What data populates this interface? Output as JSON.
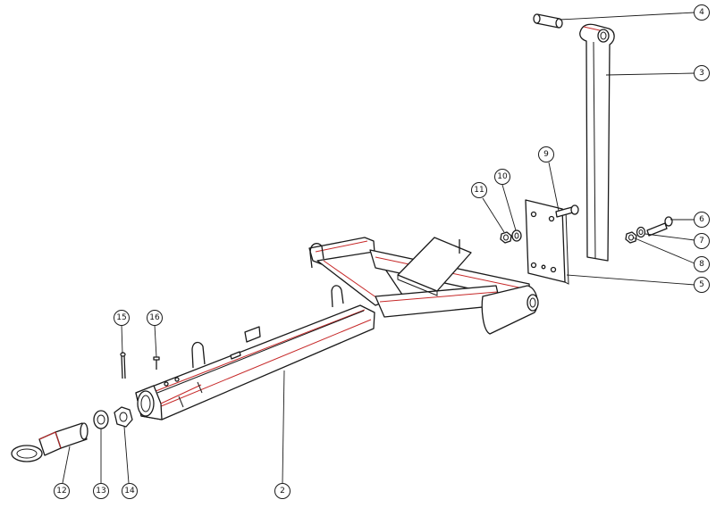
{
  "callouts": [
    {
      "id": "2",
      "label": "2"
    },
    {
      "id": "3",
      "label": "3"
    },
    {
      "id": "4",
      "label": "4"
    },
    {
      "id": "5",
      "label": "5"
    },
    {
      "id": "6",
      "label": "6"
    },
    {
      "id": "7",
      "label": "7"
    },
    {
      "id": "8",
      "label": "8"
    },
    {
      "id": "9",
      "label": "9"
    },
    {
      "id": "10",
      "label": "10"
    },
    {
      "id": "11",
      "label": "11"
    },
    {
      "id": "12",
      "label": "12"
    },
    {
      "id": "13",
      "label": "13"
    },
    {
      "id": "14",
      "label": "14"
    },
    {
      "id": "15",
      "label": "15"
    },
    {
      "id": "16",
      "label": "16"
    }
  ],
  "colors": {
    "line": "#1a1a1a",
    "highlight": "#c62828",
    "background": "#ffffff"
  }
}
